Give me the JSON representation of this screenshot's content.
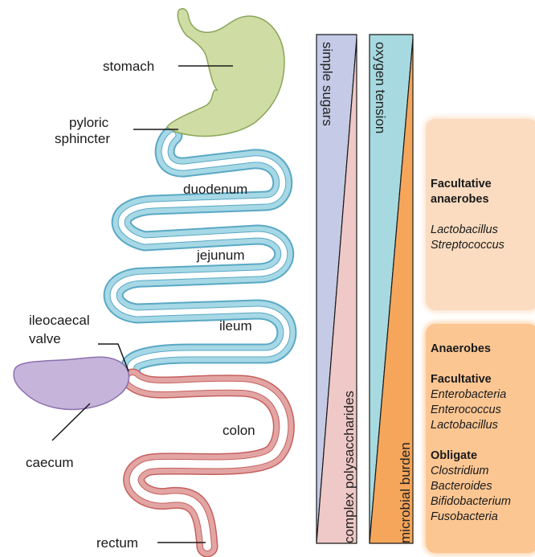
{
  "organs": {
    "stomach": "stomach",
    "pyloric_sphincter_1": "pyloric",
    "pyloric_sphincter_2": "sphincter",
    "duodenum": "duodenum",
    "jejunum": "jejunum",
    "ileum": "ileum",
    "ileocaecal_valve_1": "ileocaecal",
    "ileocaecal_valve_2": "valve",
    "caecum": "caecum",
    "colon": "colon",
    "rectum": "rectum"
  },
  "gradients": {
    "simple_sugars": "simple sugars",
    "complex_polysaccharides": "complex polysaccharides",
    "oxygen_tension": "oxygen tension",
    "microbial_burden": "microbial burden"
  },
  "upper_box": {
    "heading_1": "Facultative",
    "heading_2": "anaerobes",
    "species_1": "Lactobacillus",
    "species_2": "Streptococcus"
  },
  "lower_box": {
    "heading": "Anaerobes",
    "facultative_heading": "Facultative",
    "facultative_species": [
      "Enterobacteria",
      "Enterococcus",
      "Lactobacillus"
    ],
    "obligate_heading": "Obligate",
    "obligate_species": [
      "Clostridium",
      "Bacteroides",
      "Bifidobacterium",
      "Fusobacteria"
    ]
  },
  "colors": {
    "stomach": "#cfdca3",
    "small_intestine": "#a6d8e6",
    "caecum": "#c7b4da",
    "colon": "#e3a5a3",
    "simple_sugars_bar": "#c5cbe6",
    "polysaccharides_bar": "#efc9c7",
    "oxygen_bar": "#a7dae0",
    "microbial_bar": "#f6a65a",
    "upper_box": "#fbdcc0",
    "lower_box": "#fcc693"
  }
}
